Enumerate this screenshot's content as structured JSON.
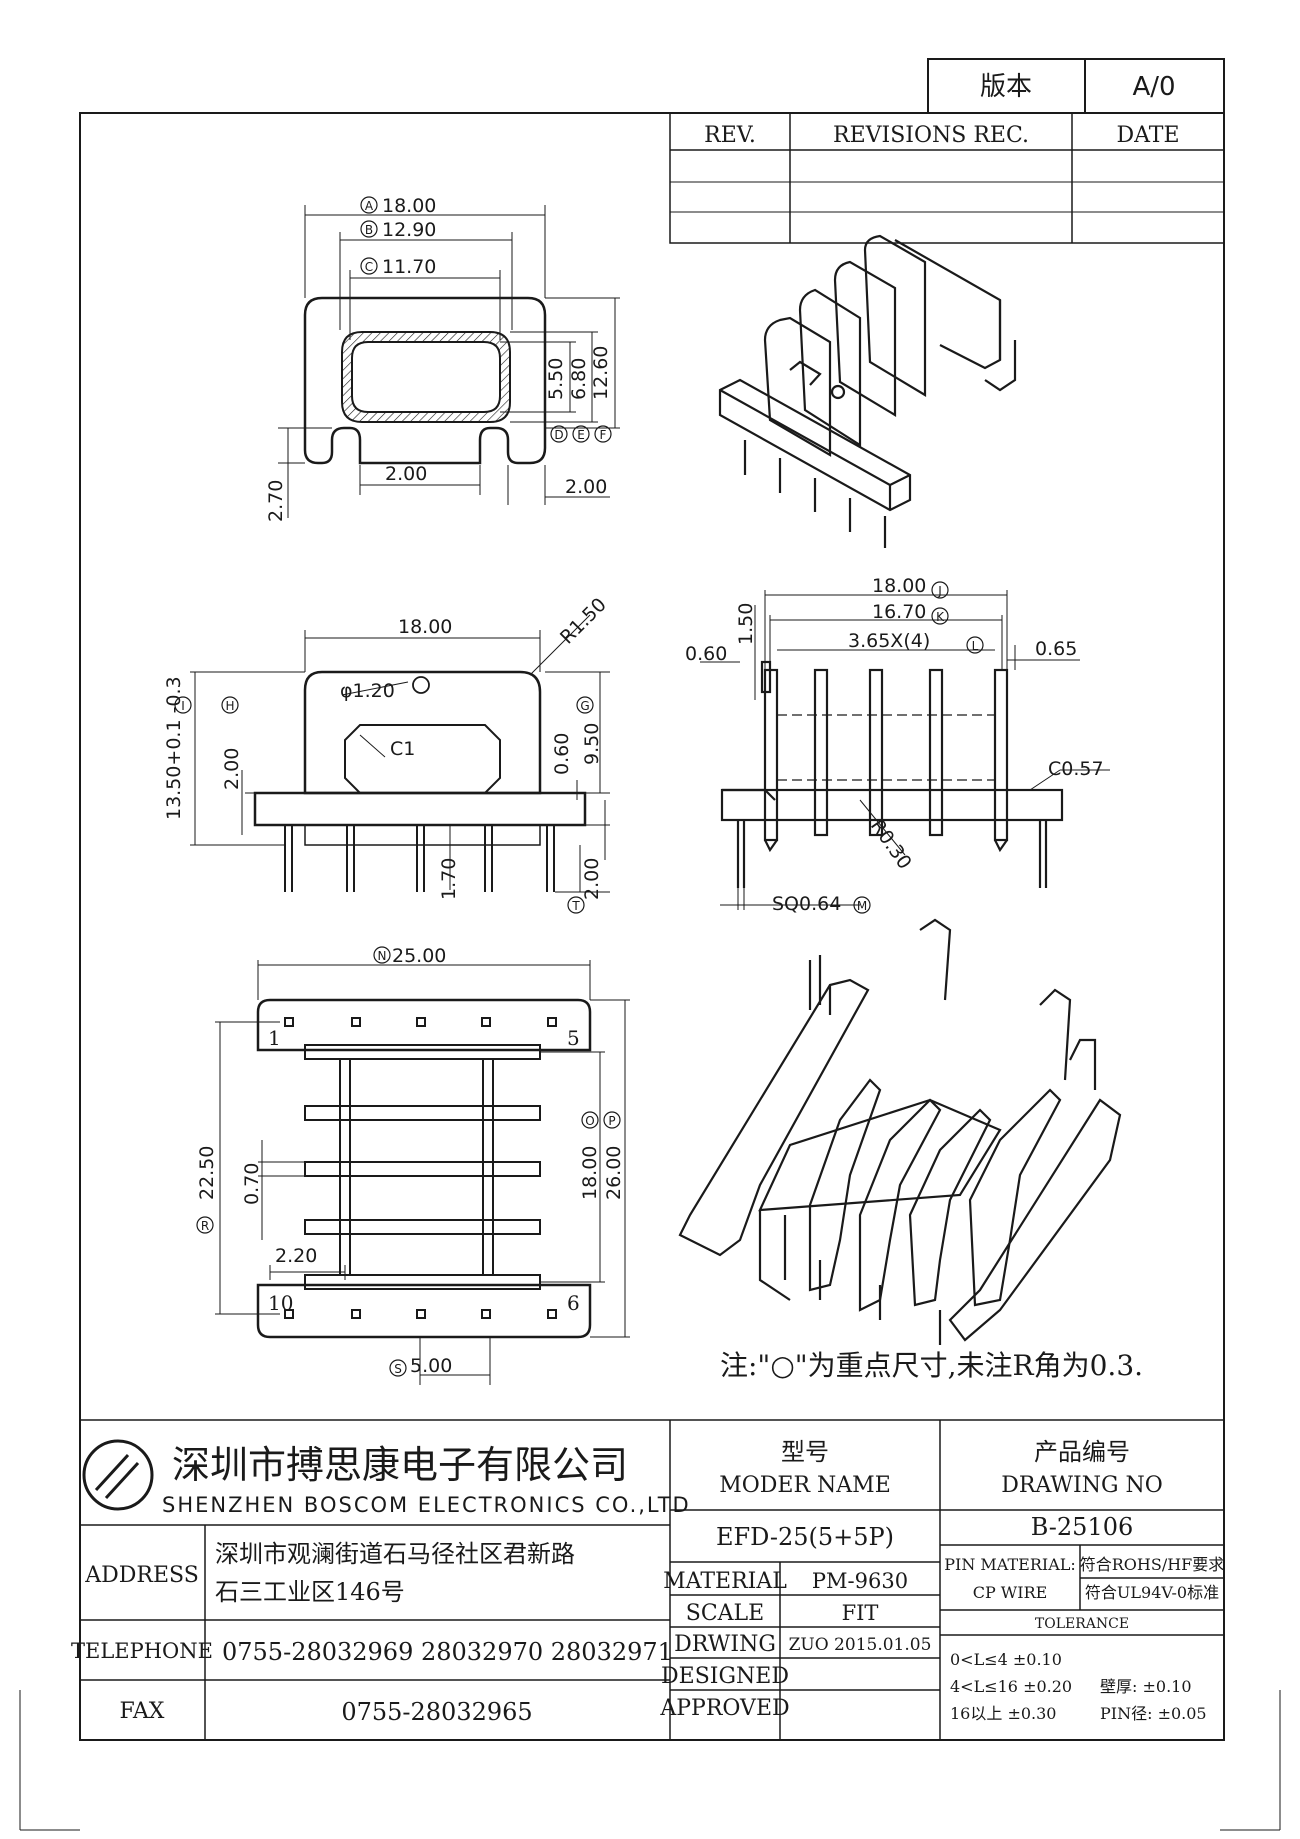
{
  "version_box": {
    "label": "版本",
    "value": "A/0"
  },
  "revision_table": {
    "rev": "REV.",
    "revisions": "REVISIONS REC.",
    "date": "DATE"
  },
  "view_top": {
    "dims": [
      "18.00",
      "12.90",
      "11.70",
      "5.50",
      "6.80",
      "12.60",
      "2.00",
      "2.00",
      "2.70"
    ],
    "markers": [
      "A",
      "B",
      "C",
      "D",
      "E",
      "F"
    ]
  },
  "view_front": {
    "dims": [
      "18.00",
      "R1.50",
      "φ1.20",
      "C1",
      "0.60",
      "9.50",
      "2.00",
      "13.50+0.1 -0.3",
      "1.70",
      "2.00"
    ],
    "markers": [
      "I",
      "H",
      "G",
      "T"
    ]
  },
  "view_side": {
    "dims": [
      "18.00",
      "16.70",
      "3.65X(4)",
      "1.50",
      "0.60",
      "0.65",
      "C0.57",
      "R0.30",
      "SQ0.64"
    ],
    "markers": [
      "J",
      "K",
      "L",
      "M"
    ]
  },
  "view_bottom": {
    "dims": [
      "25.00",
      "22.50",
      "18.00",
      "26.00",
      "0.70",
      "2.20",
      "5.00"
    ],
    "markers": [
      "N",
      "O",
      "P",
      "R",
      "S"
    ],
    "pins": [
      "1",
      "5",
      "10",
      "6"
    ]
  },
  "note": "注:\"○\"为重点尺寸,未注R角为0.3.",
  "title_block": {
    "company_cn": "深圳市搏思康电子有限公司",
    "company_en": "SHENZHEN BOSCOM ELECTRONICS CO.,LTD",
    "address_label": "ADDRESS",
    "address_line1": "深圳市观澜街道石马径社区君新路",
    "address_line2": "石三工业区146号",
    "telephone_label": "TELEPHONE",
    "telephone": "0755-28032969 28032970 28032971",
    "fax_label": "FAX",
    "fax": "0755-28032965",
    "model_label_cn": "型号",
    "model_label_en": "MODER NAME",
    "model_value": "EFD-25(5+5P)",
    "drawing_label_cn": "产品编号",
    "drawing_label_en": "DRAWING NO",
    "drawing_value": "B-25106",
    "material_label": "MATERIAL",
    "material_value": "PM-9630",
    "scale_label": "SCALE",
    "scale_value": "FIT",
    "drwing_label": "DRWING",
    "drwing_value": "ZUO 2015.01.05",
    "designed_label": "DESIGNED",
    "approved_label": "APPROVED",
    "pin_material_label": "PIN MATERIAL:",
    "pin_material_value": "符合ROHS/HF要求",
    "cp_wire_label": "CP WIRE",
    "cp_wire_value": "符合UL94V-0标准",
    "tolerance_label": "TOLERANCE",
    "tol_1": "0<L≤4  ±0.10",
    "tol_2": "4<L≤16  ±0.20",
    "tol_3": "16以上   ±0.30",
    "wall_label": "壁厚:  ±0.10",
    "pin_dia_label": "PIN径: ±0.05"
  }
}
